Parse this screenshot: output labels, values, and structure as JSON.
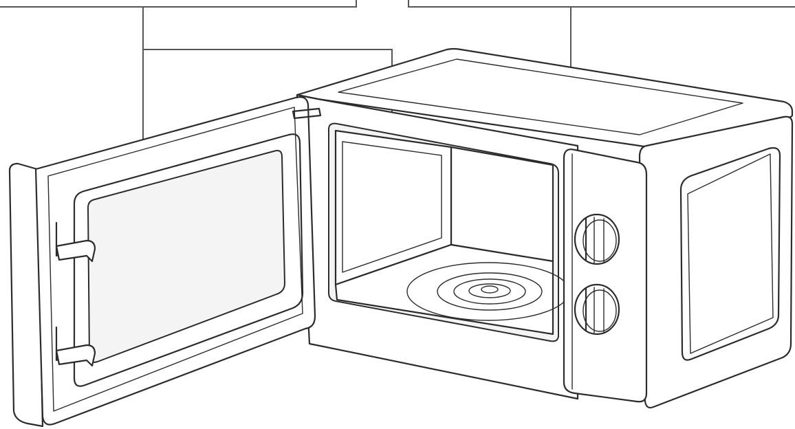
{
  "diagram": {
    "subject": "microwave-oven",
    "stroke_color": "#2b2b2b",
    "leader_color": "#555555",
    "background": "#ffffff",
    "callouts": [
      {
        "name": "door-window-callout",
        "label": ""
      },
      {
        "name": "cavity-callout",
        "label": ""
      },
      {
        "name": "outer-cabinet-callout",
        "label": ""
      }
    ]
  }
}
